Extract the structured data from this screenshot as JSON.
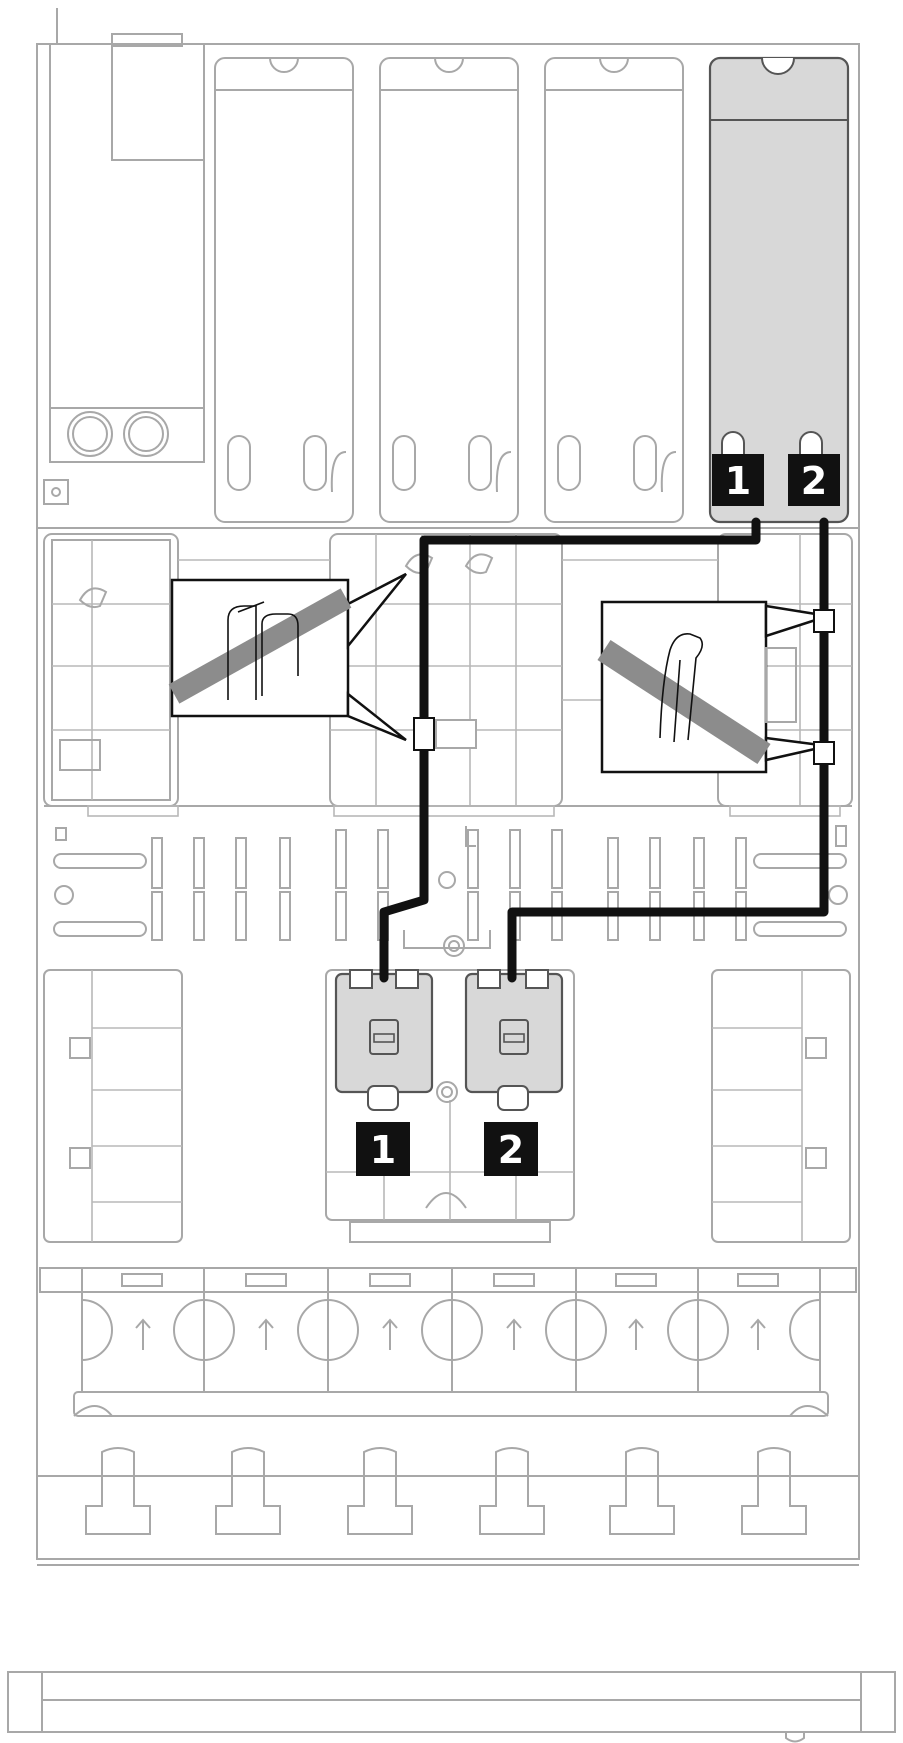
{
  "diagram": {
    "connectors": [
      {
        "id": "riser-connector-1",
        "label": "1"
      },
      {
        "id": "riser-connector-2",
        "label": "2"
      },
      {
        "id": "board-connector-1",
        "label": "1"
      },
      {
        "id": "board-connector-2",
        "label": "2"
      }
    ],
    "colors": {
      "outline": "#a8a8a8",
      "cable": "#111111",
      "badge": "#111111",
      "highlight": "#d8d8d8",
      "stripe": "#8c8c8c"
    }
  }
}
